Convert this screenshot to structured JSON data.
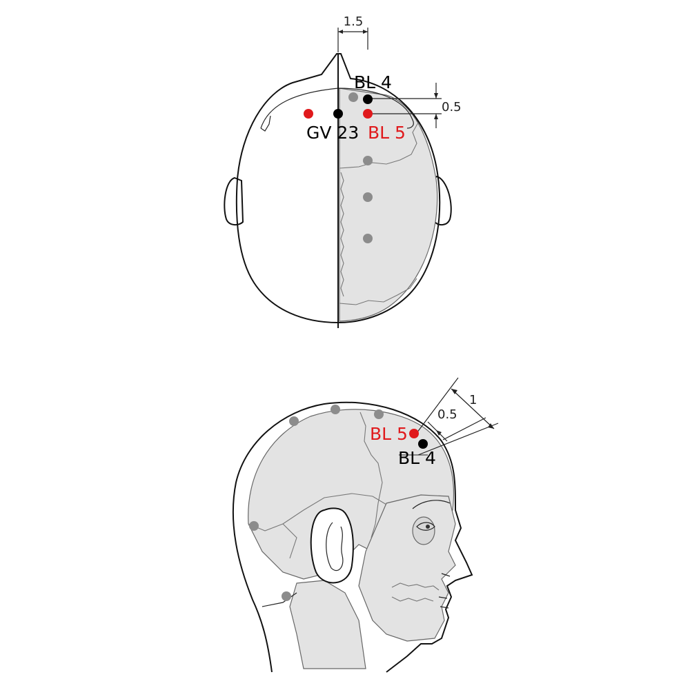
{
  "colors": {
    "highlight": "#e0191c",
    "point": "#000000",
    "minor_point": "#8c8c8c",
    "bone_fill": "#e3e3e3"
  },
  "top_view": {
    "dimension_width": "1.5",
    "dimension_offset": "0.5",
    "labels": {
      "bl4": "BL 4",
      "gv23": "GV 23",
      "bl5": "BL 5"
    }
  },
  "side_view": {
    "dimension_offset": "0.5",
    "dimension_total": "1",
    "labels": {
      "bl5": "BL 5",
      "bl4": "BL 4"
    }
  }
}
